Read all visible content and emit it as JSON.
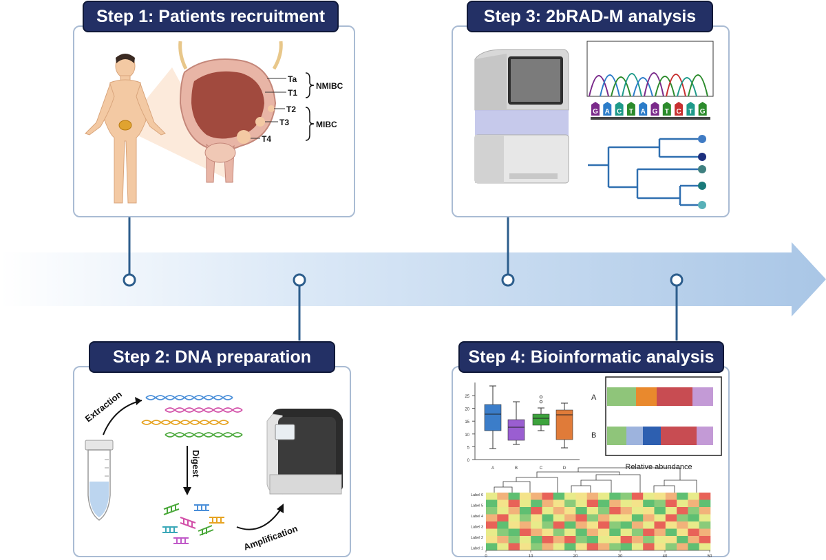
{
  "steps": [
    {
      "title": "Step 1: Patients recruitment"
    },
    {
      "title": "Step 2: DNA preparation"
    },
    {
      "title": "Step 3: 2bRAD-M analysis"
    },
    {
      "title": "Step 4: Bioinformatic analysis"
    }
  ],
  "step1": {
    "stages": [
      "Ta",
      "T1",
      "T2",
      "T3",
      "T4"
    ],
    "groups": [
      "NMIBC",
      "MIBC"
    ]
  },
  "step2": {
    "labels": [
      "Extraction",
      "Digest",
      "Amplification"
    ]
  },
  "step3": {
    "sequence": [
      "G",
      "A",
      "C",
      "T",
      "A",
      "G",
      "T",
      "C",
      "T",
      "G"
    ]
  },
  "step4": {
    "boxplot": {
      "categories": [
        "A",
        "B",
        "C",
        "D"
      ],
      "yticks": [
        "0",
        "5",
        "10",
        "15",
        "20",
        "25"
      ],
      "colors": [
        "#3b7dc9",
        "#9a5ed1",
        "#3da33d",
        "#e07b39"
      ]
    },
    "abundance": {
      "rows": [
        "A",
        "B"
      ],
      "xlabel": "Relative abundance"
    },
    "heatmap": {
      "row_labels": [
        "Label 6",
        "Label 5",
        "Label 4",
        "Label 3",
        "Label 2",
        "Label 1"
      ],
      "xticks": [
        "0",
        "10",
        "20",
        "30",
        "40",
        "50"
      ]
    }
  },
  "colors": {
    "title_bg": "#233065",
    "panel_border": "#a9bbd3",
    "timeline": "#b9d1ec",
    "connector": "#2c5d8c"
  }
}
